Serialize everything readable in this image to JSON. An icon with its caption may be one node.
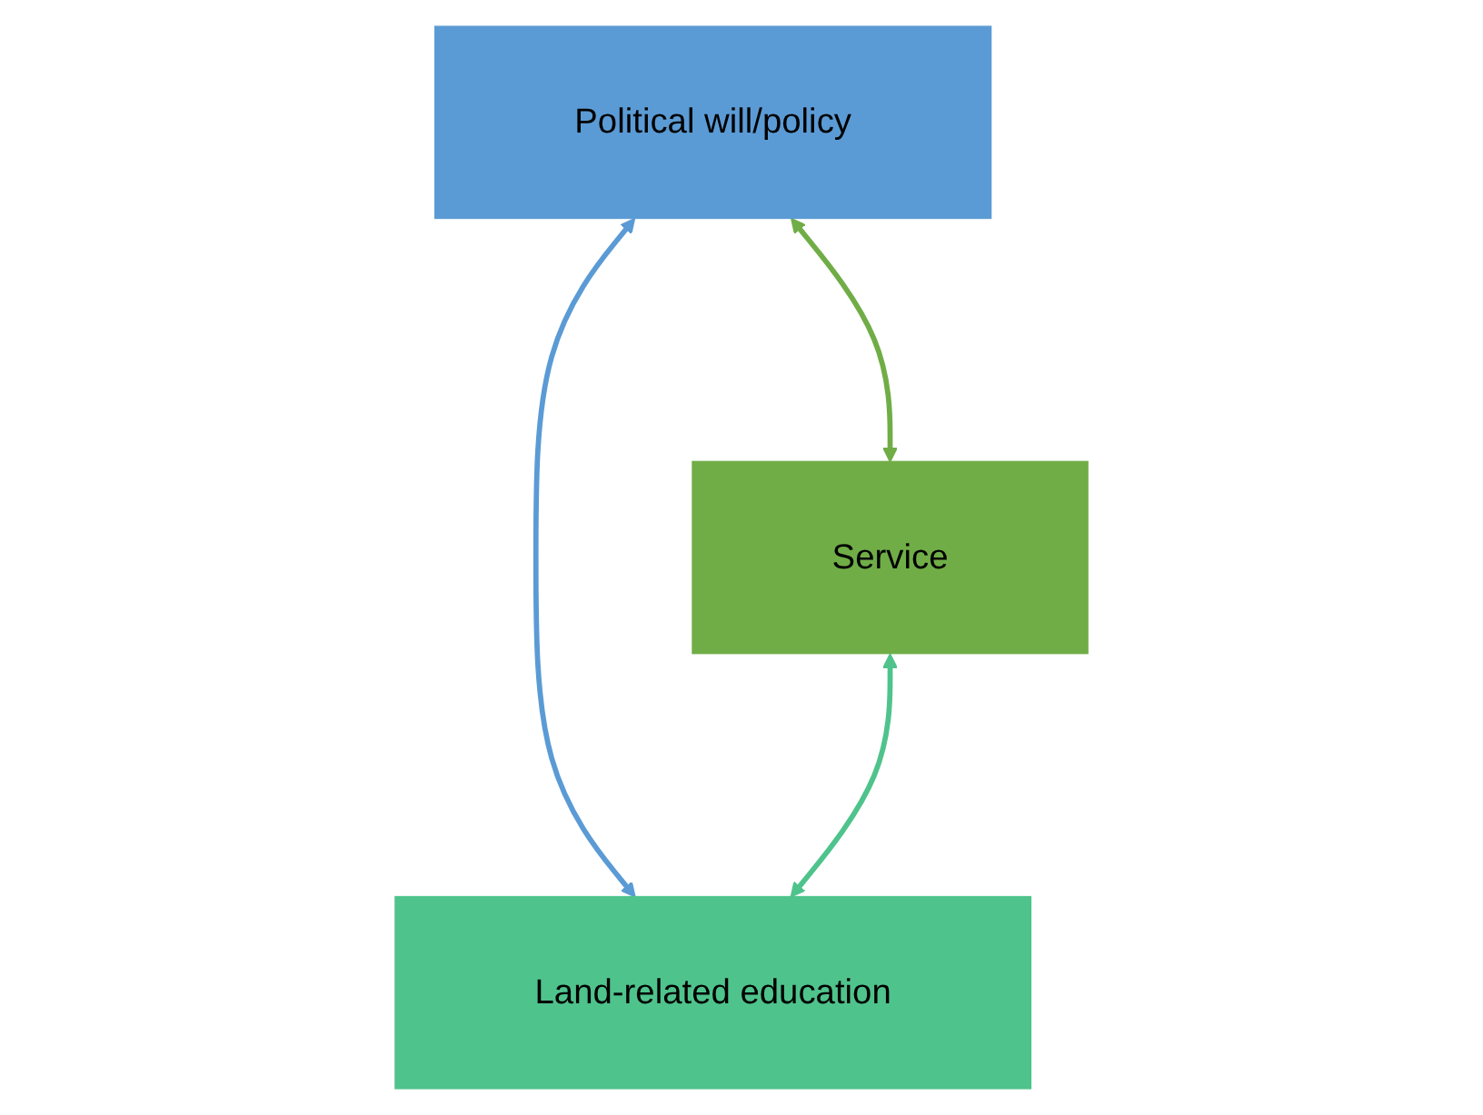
{
  "diagram": {
    "nodes": [
      {
        "text": [
          "Political will/policy"
        ]
      },
      {
        "text": [
          "Service"
        ]
      },
      {
        "text": [
          "Land-related education"
        ]
      }
    ],
    "edges": [
      {
        "from": 0,
        "to": 1,
        "arrow": "both",
        "color": "#70ad47"
      },
      {
        "from": 0,
        "to": 2,
        "arrow": "both",
        "color": "#5b9bd5"
      },
      {
        "from": 1,
        "to": 2,
        "arrow": "both",
        "color": "#4fc38c"
      }
    ]
  }
}
